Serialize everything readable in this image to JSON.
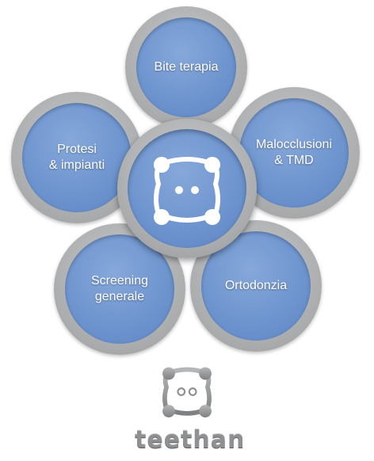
{
  "petals": {
    "top": "Bite terapia",
    "upper_right": [
      "Malocclusioni",
      "& TMD"
    ],
    "lower_right": "Ortodonzia",
    "lower_left": [
      "Screening",
      "generale"
    ],
    "upper_left": [
      "Protesi",
      "& impianti"
    ]
  },
  "center": {
    "icon": "teethan-face-icon"
  },
  "logo": {
    "icon": "teethan-logo-icon",
    "brand": "teethan"
  },
  "colors": {
    "petal_blue": "#6f95cf",
    "ring_grey": "#a9abad",
    "text": "#ffffff",
    "brand_grey": "#8e9092"
  }
}
